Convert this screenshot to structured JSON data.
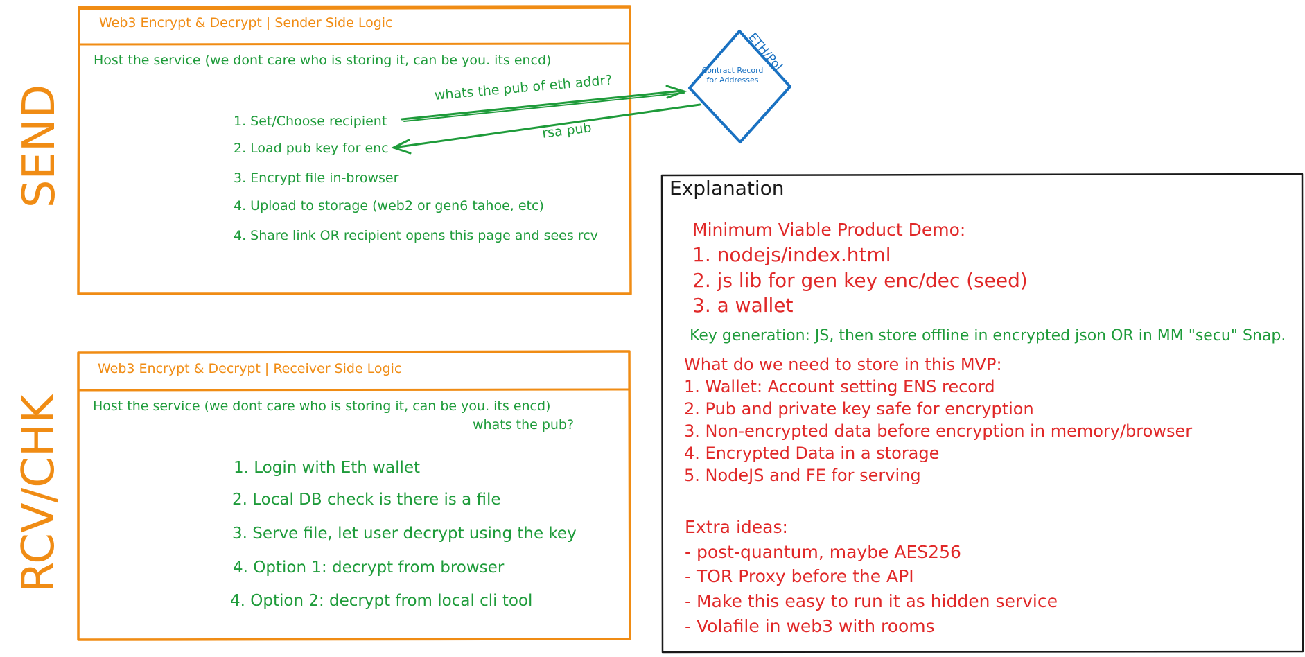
{
  "side_labels": {
    "send": "SEND",
    "receive": "RCV/CHK"
  },
  "sender_box": {
    "title": "Web3 Encrypt & Decrypt | Sender Side Logic",
    "host": "Host the service (we dont care who is storing it, can be you. its encd)",
    "steps": [
      "1. Set/Choose recipient",
      "2. Load pub key for enc",
      "3. Encrypt file in-browser",
      "4. Upload to storage (web2 or gen6 tahoe, etc)",
      "4. Share link OR recipient opens this page and sees rcv"
    ]
  },
  "arrows": {
    "request": "whats the pub of eth addr?",
    "response": "rsa pub"
  },
  "contract": {
    "label": "Contract Record for Addresses",
    "network": "ETH/Pol"
  },
  "receiver_box": {
    "title": "Web3 Encrypt & Decrypt | Receiver Side Logic",
    "host": "Host the service (we dont care who is storing it, can be you. its encd)",
    "note": "whats the pub?",
    "steps": [
      "1. Login with Eth wallet",
      "2. Local DB check is there is a file",
      "3. Serve file, let user decrypt using the key",
      "4. Option 1: decrypt from browser",
      "4. Option 2: decrypt from local cli tool"
    ]
  },
  "explanation": {
    "title": "Explanation",
    "mvp_heading": "Minimum Viable Product Demo:",
    "mvp_items": [
      "1. nodejs/index.html",
      "2. js lib for gen key enc/dec (seed)",
      "3. a wallet"
    ],
    "keygen": "Key generation: JS, then store offline in encrypted json OR in MM \"secu\" Snap.",
    "store_heading": "What do we need to store in this MVP:",
    "store_items": [
      "1. Wallet: Account setting ENS record",
      "2. Pub and private key safe for encryption",
      "3. Non-encrypted data before encryption in memory/browser",
      "4. Encrypted Data in a storage",
      "5. NodeJS and FE for serving"
    ],
    "extra_heading": "Extra ideas:",
    "extra_items": [
      "- post-quantum, maybe AES256",
      "- TOR Proxy before the API",
      "- Make this easy to run it as hidden service",
      "- Volafile in web3 with rooms"
    ]
  },
  "colors": {
    "orange": "#f08c14",
    "green": "#1e9b3a",
    "blue": "#1971c2",
    "red": "#e02828",
    "black": "#1a1a1a"
  }
}
